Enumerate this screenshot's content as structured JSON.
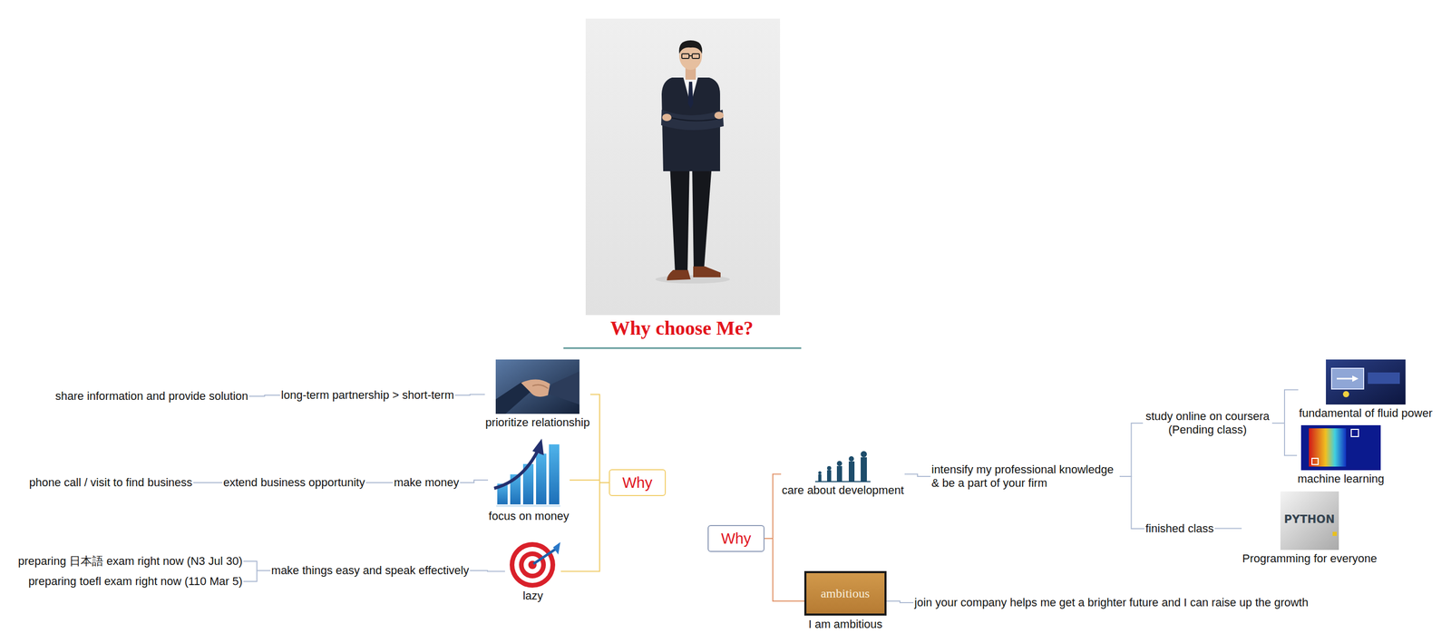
{
  "diagram": {
    "title": "Why choose Me?",
    "nodes": [
      {
        "text": [
          "Why"
        ]
      },
      {
        "text": [
          "prioritize relationship"
        ]
      },
      {
        "text": [
          "focus on money"
        ]
      },
      {
        "text": [
          "lazy"
        ]
      },
      {
        "text": [
          "long-term partnership > short-term"
        ]
      },
      {
        "text": [
          "share information and provide solution"
        ]
      },
      {
        "text": [
          "make money"
        ]
      },
      {
        "text": [
          "extend business opportunity"
        ]
      },
      {
        "text": [
          "phone call / visit to find business"
        ]
      },
      {
        "text": [
          "make things easy and speak effectively"
        ]
      },
      {
        "text": [
          "preparing 日本語 exam right now (N3 Jul 30)"
        ]
      },
      {
        "text": [
          "preparing toefl exam right now (110 Mar 5)"
        ]
      },
      {
        "text": [
          "Why"
        ]
      },
      {
        "text": [
          "care about development"
        ]
      },
      {
        "text": [
          "I am ambitious"
        ]
      },
      {
        "text": [
          "intensify my professional knowledge & be a part of your firm"
        ]
      },
      {
        "text": [
          "study online on coursera (Pending class)"
        ]
      },
      {
        "text": [
          "finished class"
        ]
      },
      {
        "text": [
          "fundamental of fluid power"
        ]
      },
      {
        "text": [
          "machine learning"
        ]
      },
      {
        "text": [
          "Programming for everyone"
        ]
      },
      {
        "text": [
          "join your company helps me get a brighter future and I can raise up the growth"
        ]
      }
    ],
    "edges": [
      {
        "from": 0,
        "to": 1,
        "arrow": "none"
      },
      {
        "from": 0,
        "to": 2,
        "arrow": "none"
      },
      {
        "from": 0,
        "to": 3,
        "arrow": "none"
      },
      {
        "from": 1,
        "to": 4,
        "arrow": "none"
      },
      {
        "from": 4,
        "to": 5,
        "arrow": "none"
      },
      {
        "from": 2,
        "to": 6,
        "arrow": "none"
      },
      {
        "from": 6,
        "to": 7,
        "arrow": "none"
      },
      {
        "from": 7,
        "to": 8,
        "arrow": "none"
      },
      {
        "from": 3,
        "to": 9,
        "arrow": "none"
      },
      {
        "from": 9,
        "to": 10,
        "arrow": "none"
      },
      {
        "from": 9,
        "to": 11,
        "arrow": "none"
      },
      {
        "from": 12,
        "to": 13,
        "arrow": "none"
      },
      {
        "from": 12,
        "to": 14,
        "arrow": "none"
      },
      {
        "from": 13,
        "to": 15,
        "arrow": "none"
      },
      {
        "from": 15,
        "to": 16,
        "arrow": "none"
      },
      {
        "from": 15,
        "to": 17,
        "arrow": "none"
      },
      {
        "from": 16,
        "to": 18,
        "arrow": "none"
      },
      {
        "from": 16,
        "to": 19,
        "arrow": "none"
      },
      {
        "from": 17,
        "to": 20,
        "arrow": "none"
      },
      {
        "from": 14,
        "to": 21,
        "arrow": "none"
      }
    ],
    "labels": [
      "ambitious",
      "PYTHON"
    ]
  }
}
